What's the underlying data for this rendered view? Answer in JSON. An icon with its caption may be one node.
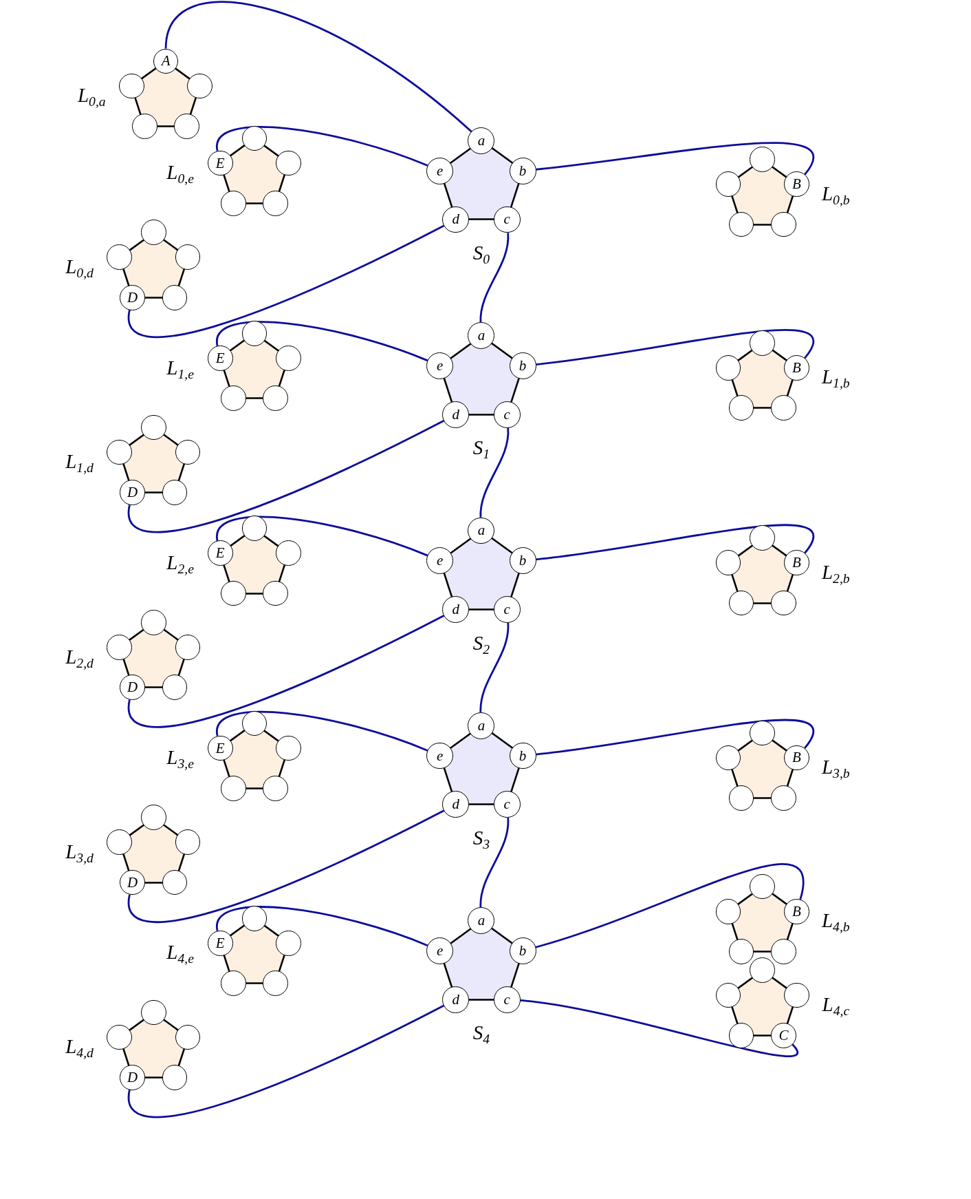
{
  "diagram": {
    "nodes": [
      {
        "text": [
          "L$_{0,a}$"
        ]
      },
      {
        "text": [
          "A"
        ]
      },
      {
        "text": [],
        "shape": "circle"
      },
      {
        "text": [],
        "shape": "circle"
      },
      {
        "text": [],
        "shape": "circle"
      },
      {
        "text": [],
        "shape": "circle"
      },
      {
        "text": [
          "L$_{0,e}$"
        ]
      },
      {
        "text": [],
        "shape": "circle"
      },
      {
        "text": [],
        "shape": "circle"
      },
      {
        "text": [],
        "shape": "circle"
      },
      {
        "text": [],
        "shape": "circle"
      },
      {
        "text": [
          "E"
        ]
      },
      {
        "text": [
          "S$_{0}$"
        ]
      },
      {
        "text": [
          "a"
        ]
      },
      {
        "text": [
          "b"
        ]
      },
      {
        "text": [
          "c"
        ]
      },
      {
        "text": [
          "d"
        ]
      },
      {
        "text": [
          "e"
        ]
      },
      {
        "text": [
          "L$_{0,b}$"
        ]
      },
      {
        "text": [],
        "shape": "circle"
      },
      {
        "text": [
          "B"
        ]
      },
      {
        "text": [],
        "shape": "circle"
      },
      {
        "text": [],
        "shape": "circle"
      },
      {
        "text": [],
        "shape": "circle"
      },
      {
        "text": [
          "L$_{0,d}$"
        ]
      },
      {
        "text": [],
        "shape": "circle"
      },
      {
        "text": [],
        "shape": "circle"
      },
      {
        "text": [],
        "shape": "circle"
      },
      {
        "text": [
          "D"
        ]
      },
      {
        "text": [],
        "shape": "circle"
      },
      {
        "text": [
          "L$_{1,e}$"
        ]
      },
      {
        "text": [],
        "shape": "circle"
      },
      {
        "text": [],
        "shape": "circle"
      },
      {
        "text": [],
        "shape": "circle"
      },
      {
        "text": [],
        "shape": "circle"
      },
      {
        "text": [
          "E"
        ]
      },
      {
        "text": [
          "S$_{1}$"
        ]
      },
      {
        "text": [
          "a"
        ]
      },
      {
        "text": [
          "b"
        ]
      },
      {
        "text": [
          "c"
        ]
      },
      {
        "text": [
          "d"
        ]
      },
      {
        "text": [
          "e"
        ]
      },
      {
        "text": [
          "L$_{1,b}$"
        ]
      },
      {
        "text": [],
        "shape": "circle"
      },
      {
        "text": [
          "B"
        ]
      },
      {
        "text": [],
        "shape": "circle"
      },
      {
        "text": [],
        "shape": "circle"
      },
      {
        "text": [],
        "shape": "circle"
      },
      {
        "text": [
          "L$_{1,d}$"
        ]
      },
      {
        "text": [],
        "shape": "circle"
      },
      {
        "text": [],
        "shape": "circle"
      },
      {
        "text": [],
        "shape": "circle"
      },
      {
        "text": [
          "D"
        ]
      },
      {
        "text": [],
        "shape": "circle"
      },
      {
        "text": [
          "L$_{2,e}$"
        ]
      },
      {
        "text": [],
        "shape": "circle"
      },
      {
        "text": [],
        "shape": "circle"
      },
      {
        "text": [],
        "shape": "circle"
      },
      {
        "text": [],
        "shape": "circle"
      },
      {
        "text": [
          "E"
        ]
      },
      {
        "text": [
          "S$_{2}$"
        ]
      },
      {
        "text": [
          "a"
        ]
      },
      {
        "text": [
          "b"
        ]
      },
      {
        "text": [
          "c"
        ]
      },
      {
        "text": [
          "d"
        ]
      },
      {
        "text": [
          "e"
        ]
      },
      {
        "text": [
          "L$_{2,b}$"
        ]
      },
      {
        "text": [],
        "shape": "circle"
      },
      {
        "text": [
          "B"
        ]
      },
      {
        "text": [],
        "shape": "circle"
      },
      {
        "text": [],
        "shape": "circle"
      },
      {
        "text": [],
        "shape": "circle"
      },
      {
        "text": [
          "L$_{2,d}$"
        ]
      },
      {
        "text": [],
        "shape": "circle"
      },
      {
        "text": [],
        "shape": "circle"
      },
      {
        "text": [],
        "shape": "circle"
      },
      {
        "text": [
          "D"
        ]
      },
      {
        "text": [],
        "shape": "circle"
      },
      {
        "text": [
          "L$_{3,e}$"
        ]
      },
      {
        "text": [],
        "shape": "circle"
      },
      {
        "text": [],
        "shape": "circle"
      },
      {
        "text": [],
        "shape": "circle"
      },
      {
        "text": [],
        "shape": "circle"
      },
      {
        "text": [
          "E"
        ]
      },
      {
        "text": [
          "S$_{3}$"
        ]
      },
      {
        "text": [
          "a"
        ]
      },
      {
        "text": [
          "b"
        ]
      },
      {
        "text": [
          "c"
        ]
      },
      {
        "text": [
          "d"
        ]
      },
      {
        "text": [
          "e"
        ]
      },
      {
        "text": [
          "L$_{3,b}$"
        ]
      },
      {
        "text": [],
        "shape": "circle"
      },
      {
        "text": [
          "B"
        ]
      },
      {
        "text": [],
        "shape": "circle"
      },
      {
        "text": [],
        "shape": "circle"
      },
      {
        "text": [],
        "shape": "circle"
      },
      {
        "text": [
          "L$_{3,d}$"
        ]
      },
      {
        "text": [],
        "shape": "circle"
      },
      {
        "text": [],
        "shape": "circle"
      },
      {
        "text": [],
        "shape": "circle"
      },
      {
        "text": [
          "D"
        ]
      },
      {
        "text": [],
        "shape": "circle"
      },
      {
        "text": [
          "L$_{4,e}$"
        ]
      },
      {
        "text": [],
        "shape": "circle"
      },
      {
        "text": [],
        "shape": "circle"
      },
      {
        "text": [],
        "shape": "circle"
      },
      {
        "text": [],
        "shape": "circle"
      },
      {
        "text": [
          "E"
        ]
      },
      {
        "text": [
          "S$_{4}$"
        ]
      },
      {
        "text": [
          "a"
        ]
      },
      {
        "text": [
          "b"
        ]
      },
      {
        "text": [
          "c"
        ]
      },
      {
        "text": [
          "d"
        ]
      },
      {
        "text": [
          "e"
        ]
      },
      {
        "text": [
          "L$_{4,b}$"
        ]
      },
      {
        "text": [],
        "shape": "circle"
      },
      {
        "text": [
          "B"
        ]
      },
      {
        "text": [],
        "shape": "circle"
      },
      {
        "text": [],
        "shape": "circle"
      },
      {
        "text": [],
        "shape": "circle"
      },
      {
        "text": [
          "L$_{4,c}$"
        ]
      },
      {
        "text": [],
        "shape": "circle"
      },
      {
        "text": [],
        "shape": "circle"
      },
      {
        "text": [
          "C"
        ]
      },
      {
        "text": [],
        "shape": "circle"
      },
      {
        "text": [],
        "shape": "circle"
      },
      {
        "text": [
          "L$_{4,d}$"
        ]
      },
      {
        "text": [],
        "shape": "circle"
      },
      {
        "text": [],
        "shape": "circle"
      },
      {
        "text": [],
        "shape": "circle"
      },
      {
        "text": [
          "D"
        ]
      },
      {
        "text": [],
        "shape": "circle"
      }
    ],
    "edges": [
      {
        "from": 13,
        "to": 1,
        "arrow": "none"
      },
      {
        "from": 17,
        "to": 11,
        "arrow": "none"
      },
      {
        "from": 14,
        "to": 20,
        "arrow": "none"
      },
      {
        "from": 16,
        "to": 28,
        "arrow": "none"
      },
      {
        "from": 15,
        "to": 37,
        "arrow": "none"
      },
      {
        "from": 41,
        "to": 35,
        "arrow": "none"
      },
      {
        "from": 38,
        "to": 44,
        "arrow": "none"
      },
      {
        "from": 40,
        "to": 52,
        "arrow": "none"
      },
      {
        "from": 39,
        "to": 61,
        "arrow": "none"
      },
      {
        "from": 65,
        "to": 59,
        "arrow": "none"
      },
      {
        "from": 62,
        "to": 68,
        "arrow": "none"
      },
      {
        "from": 64,
        "to": 76,
        "arrow": "none"
      },
      {
        "from": 63,
        "to": 85,
        "arrow": "none"
      },
      {
        "from": 89,
        "to": 83,
        "arrow": "none"
      },
      {
        "from": 86,
        "to": 92,
        "arrow": "none"
      },
      {
        "from": 88,
        "to": 100,
        "arrow": "none"
      },
      {
        "from": 87,
        "to": 109,
        "arrow": "none"
      },
      {
        "from": 113,
        "to": 107,
        "arrow": "none"
      },
      {
        "from": 110,
        "to": 116,
        "arrow": "none"
      },
      {
        "from": 112,
        "to": 130,
        "arrow": "none"
      },
      {
        "from": 111,
        "to": 123,
        "arrow": "none"
      }
    ]
  }
}
